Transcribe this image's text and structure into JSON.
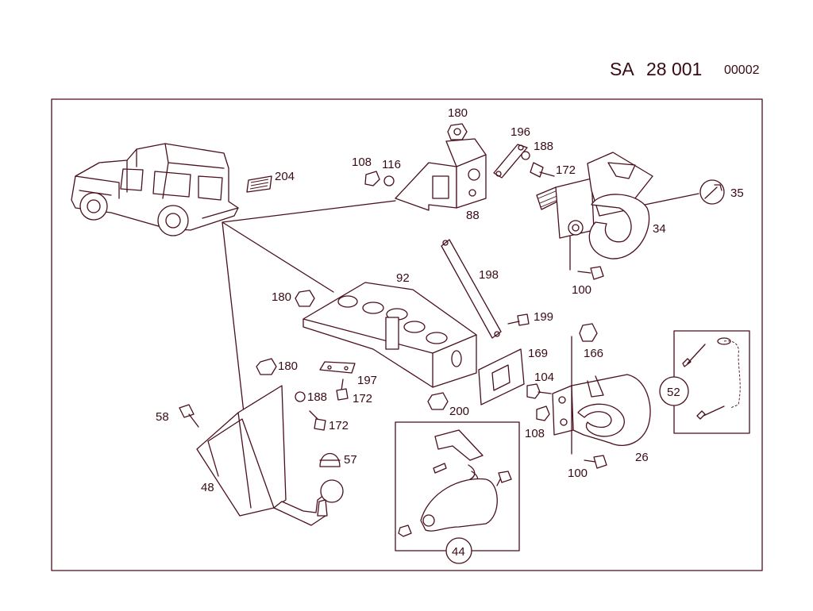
{
  "header": {
    "sa_prefix": "SA",
    "group_number": "28 001",
    "sheet": "00002"
  },
  "callouts": {
    "c180a": "180",
    "c196": "196",
    "c188a": "188",
    "c108a": "108",
    "c116": "116",
    "c172a": "172",
    "c204": "204",
    "c35": "35",
    "c88": "88",
    "c34": "34",
    "c100a": "100",
    "c92": "92",
    "c198": "198",
    "c180b": "180",
    "c199": "199",
    "c166": "166",
    "c169": "169",
    "c180c": "180",
    "c197": "197",
    "c104": "104",
    "c188b": "188",
    "c172b": "172",
    "c58": "58",
    "c200": "200",
    "c108b": "108",
    "c172c": "172",
    "c57": "57",
    "c48": "48",
    "c100b": "100",
    "c26": "26",
    "c52": "52",
    "c44": "44"
  }
}
